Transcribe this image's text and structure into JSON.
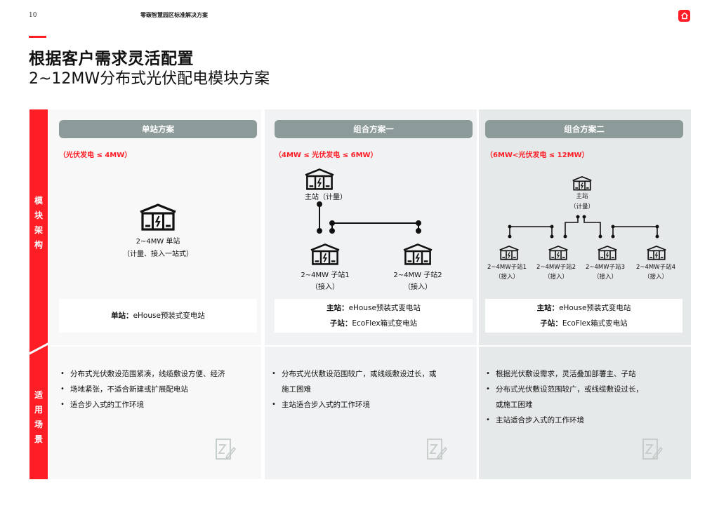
{
  "header": {
    "page_number": "10",
    "doc_title": "零碳智慧园区标准解决方案",
    "home_icon": "home-icon"
  },
  "title": {
    "main": "根据客户需求灵活配置",
    "sub": "2~12MW分布式光伏配电模块方案"
  },
  "side_labels": {
    "architecture": [
      "模",
      "块",
      "架",
      "构"
    ],
    "scenarios": [
      "适",
      "用",
      "场",
      "景"
    ]
  },
  "colors": {
    "accent": "#ff1e26",
    "pill": "#8c9b99",
    "col1_bg": "#f8f8f8",
    "col2_bg": "#f1f2f3",
    "col3_bg": "#e6e9ea"
  },
  "columns": [
    {
      "title": "单站方案",
      "condition": "（光伏发电 ≤ 4MW）",
      "stations": [
        {
          "name": "2~4MW 单站",
          "note": "（计量、接入一站式）"
        }
      ],
      "info": [
        {
          "key": "单站：",
          "value": "eHouse预装式变电站"
        }
      ],
      "scenarios": [
        "分布式光伏敷设范围紧凑，线缆敷设方便、经济",
        "场地紧张，不适合新建或扩展配电站",
        "适合步入式的工作环境"
      ]
    },
    {
      "title": "组合方案一",
      "condition": "（4MW ≤ 光伏发电 ≤ 6MW）",
      "main_station": "主站（计量）",
      "stations": [
        {
          "name": "2~4MW 子站1",
          "note": "（接入）"
        },
        {
          "name": "2~4MW 子站2",
          "note": "（接入）"
        }
      ],
      "info": [
        {
          "key": "主站：",
          "value": "eHouse预装式变电站"
        },
        {
          "key": "子站：",
          "value": "EcoFlex箱式变电站"
        }
      ],
      "scenarios": [
        "分布式光伏敷设范围较广，或线缆敷设过长，或",
        "施工困难",
        "主站适合步入式的工作环境"
      ]
    },
    {
      "title": "组合方案二",
      "condition": "（6MW<光伏发电 ≤ 12MW）",
      "main_station": "主站",
      "main_note": "（计量）",
      "stations": [
        {
          "name": "2~4MW子站1",
          "note": "（接入）"
        },
        {
          "name": "2~4MW子站2",
          "note": "（接入）"
        },
        {
          "name": "2~4MW子站3",
          "note": "（接入）"
        },
        {
          "name": "2~4MW子站4",
          "note": "（接入）"
        }
      ],
      "info": [
        {
          "key": "主站：",
          "value": "eHouse预装式变电站"
        },
        {
          "key": "子站：",
          "value": "EcoFlex箱式变电站"
        }
      ],
      "scenarios": [
        "根据光伏敷设需求，灵活叠加部署主、子站",
        "分布式光伏敷设范围较广，或线缆敷设过长，",
        "或施工困难",
        "主站适合步入式的工作环境"
      ]
    }
  ]
}
